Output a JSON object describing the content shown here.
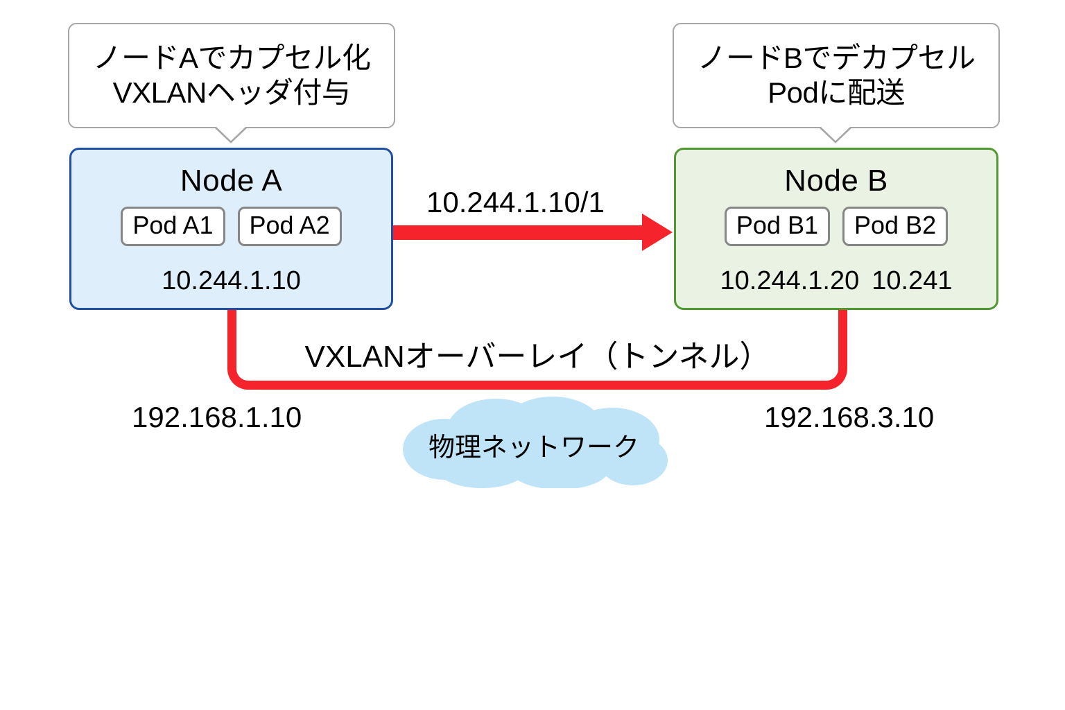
{
  "diagram": {
    "title": "VXLAN overlay between Kubernetes nodes",
    "colors": {
      "node_a_border": "#1f4fa3",
      "node_a_fill": "#deeefb",
      "node_b_border": "#4e9a30",
      "node_b_fill": "#eaf2e3",
      "arrow_red": "#f5232c",
      "callout_border": "#a6a6a6",
      "pod_border": "#868686",
      "cloud_fill": "#bfe3f7",
      "background": "#ffffff"
    }
  },
  "callouts": [
    {
      "id": "left",
      "lines": [
        "ノードAでカプセル化",
        "VXLANヘッダ付与"
      ]
    },
    {
      "id": "right",
      "lines": [
        "ノードBでデカプセル",
        "Podに配送"
      ]
    }
  ],
  "nodes": [
    {
      "id": "node-a",
      "title": "Node A",
      "pods": [
        "Pod A1",
        "Pod A2"
      ],
      "ips": [
        "10.244.1.10"
      ],
      "physical_ip": "192.168.1.10"
    },
    {
      "id": "node-b",
      "title": "Node B",
      "pods": [
        "Pod B1",
        "Pod B2"
      ],
      "ips": [
        "10.244.1.20",
        "10.241"
      ],
      "physical_ip": "192.168.3.10"
    }
  ],
  "arrow": {
    "label": "10.244.1.10/1",
    "direction": "left-to-right"
  },
  "tunnel": {
    "label": "VXLANオーバーレイ（トンネル）"
  },
  "cloud": {
    "label": "物理ネットワーク"
  }
}
